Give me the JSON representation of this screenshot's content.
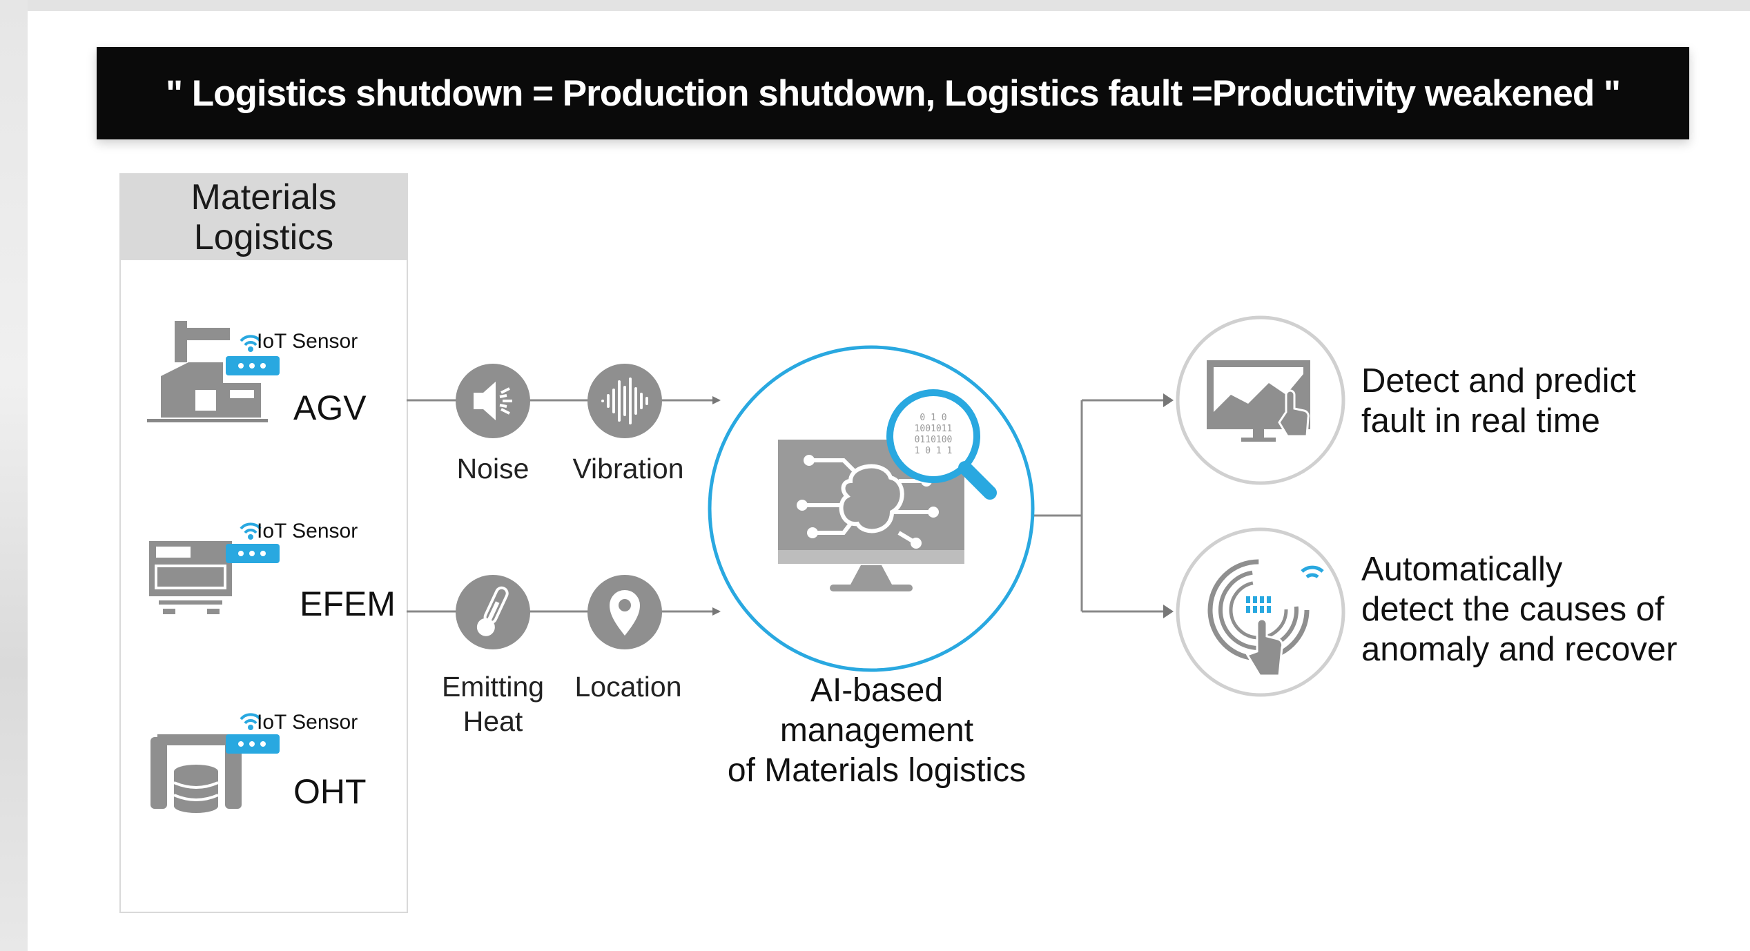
{
  "banner": {
    "text": "\" Logistics shutdown = Production shutdown, Logistics fault =Productivity weakened \""
  },
  "panel": {
    "title": "Materials\nLogistics"
  },
  "devices": [
    {
      "name": "AGV",
      "sensor": "IoT Sensor",
      "icon": "agv-robot-arm-icon"
    },
    {
      "name": "EFEM",
      "sensor": "IoT Sensor",
      "icon": "efem-machine-icon"
    },
    {
      "name": "OHT",
      "sensor": "IoT Sensor",
      "icon": "oht-hoist-icon"
    }
  ],
  "signals": [
    {
      "label": "Noise",
      "icon": "speaker-icon"
    },
    {
      "label": "Vibration",
      "icon": "sound-wave-icon"
    },
    {
      "label": "Emitting\nHeat",
      "icon": "thermometer-icon"
    },
    {
      "label": "Location",
      "icon": "location-pin-icon"
    }
  ],
  "center": {
    "label": "AI-based\nmanagement\nof Materials logistics",
    "icon": "ai-monitor-magnifier-icon"
  },
  "outputs": [
    {
      "label": "Detect and predict\nfault in real time",
      "icon": "monitor-chart-touch-icon"
    },
    {
      "label": "Automatically\ndetect the causes of\nanomaly and recover",
      "icon": "fingerprint-touch-icon"
    }
  ],
  "colors": {
    "banner_bg": "#0a0a0a",
    "accent_blue": "#29a8e0",
    "icon_gray": "#8f8f8f",
    "panel_head": "#d9d9d9"
  }
}
